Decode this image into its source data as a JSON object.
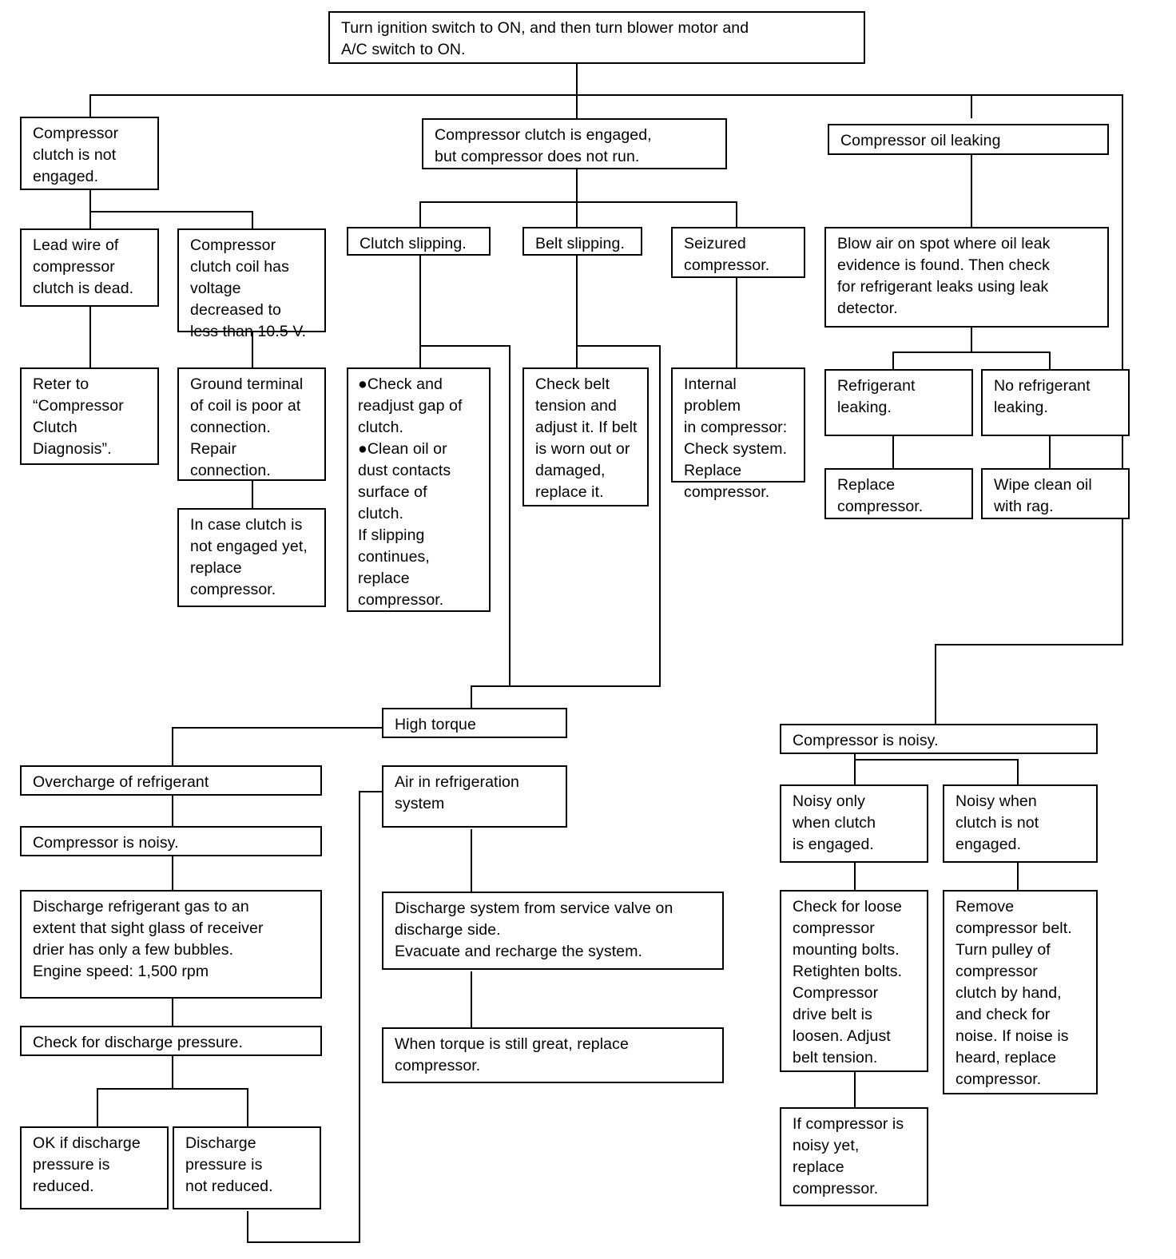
{
  "diagram": {
    "title": "A/C Compressor Troubleshooting Flowchart",
    "line_color": "#000000",
    "box_fill": "#ffffff",
    "nodes": {
      "start": "Turn ignition switch to ON, and then turn blower motor and\nA/C switch to ON.",
      "clutch_not_engaged": "Compressor\nclutch is not\nengaged.",
      "clutch_engaged_no_run": "Compressor clutch is engaged,\nbut compressor does not run.",
      "oil_leaking": "Compressor oil leaking",
      "lead_wire_dead": "Lead wire of\ncompressor\nclutch is dead.",
      "coil_voltage_low": "Compressor\nclutch coil has\nvoltage\ndecreased to\nless than 10.5 V.",
      "refer_to_diagnosis": "Reter to\n“Compressor\nClutch\nDiagnosis”.",
      "ground_terminal": "Ground terminal\nof coil is poor at\nconnection.\nRepair\nconnection.",
      "in_case_clutch": "In case clutch is\nnot engaged yet,\nreplace\ncompressor.",
      "clutch_slipping": "Clutch slipping.",
      "belt_slipping": "Belt slipping.",
      "seizured_compressor": "Seizured\ncompressor.",
      "clutch_slipping_actions": "●Check and\n   readjust gap of\n   clutch.\n●Clean oil or\n   dust contacts\n   surface of\n   clutch.\nIf slipping\ncontinues,\nreplace\ncompressor.",
      "belt_actions": "Check belt\ntension and\nadjust it. If belt\nis worn out or\ndamaged,\nreplace it.",
      "internal_problem": "Internal problem\nin compressor:\nCheck system.\nReplace\ncompressor.",
      "blow_air": "Blow air on spot where oil leak\nevidence is found. Then check\nfor refrigerant leaks using leak\ndetector.",
      "refrigerant_leaking": "Refrigerant\nleaking.",
      "no_refrigerant_leaking": "No refrigerant\nleaking.",
      "replace_compressor_leak": "Replace\ncompressor.",
      "wipe_clean_oil": "Wipe clean oil\nwith rag.",
      "high_torque": "High torque",
      "overcharge": "Overcharge of refrigerant",
      "compressor_noisy_left": "Compressor is noisy.",
      "discharge_gas": "Discharge refrigerant gas to an\nextent that sight glass of receiver\ndrier has only a few bubbles.\nEngine speed: 1,500 rpm",
      "check_discharge_pressure": "Check for discharge pressure.",
      "ok_if_reduced": "OK if discharge\npressure is\nreduced.",
      "not_reduced": "Discharge\npressure is\nnot reduced.",
      "air_in_system": "Air in refrigeration\nsystem",
      "discharge_system": "Discharge system from service valve on\ndischarge side.\nEvacuate and recharge the system.",
      "when_torque_great": "When torque is still great, replace\ncompressor.",
      "compressor_noisy_right": "Compressor is noisy.",
      "noisy_clutch_engaged": "Noisy only\nwhen clutch\nis engaged.",
      "noisy_clutch_not_engaged": "Noisy when\nclutch is not\nengaged.",
      "check_loose_bolts": "Check for loose\ncompressor\nmounting bolts.\nRetighten bolts.\nCompressor\ndrive belt is\nloosen. Adjust\nbelt tension.",
      "remove_belt": "Remove\ncompressor belt.\nTurn pulley of\ncompressor\nclutch by hand,\nand check for\nnoise. If noise is\nheard, replace\ncompressor.",
      "if_still_noisy": "If compressor is\nnoisy yet,\nreplace\ncompressor."
    }
  }
}
